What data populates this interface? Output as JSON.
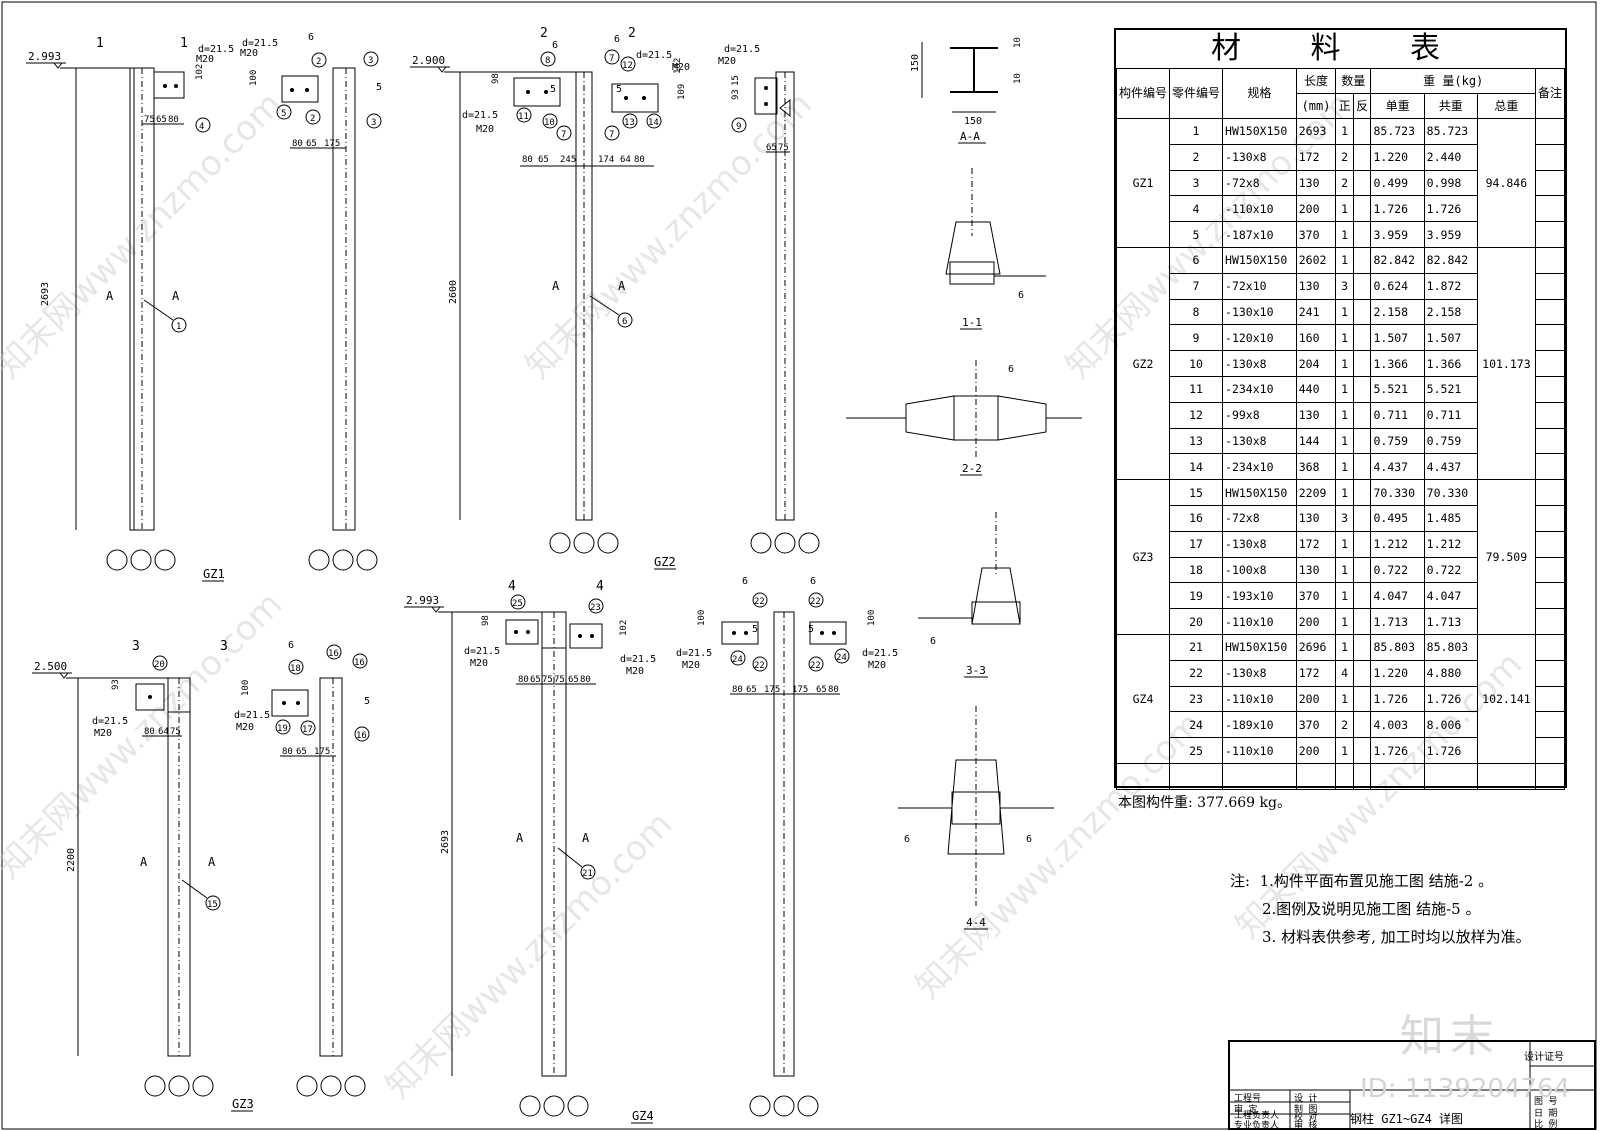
{
  "drawing": {
    "columns": [
      {
        "name": "GZ1",
        "height_dim": "2693",
        "elevation": "2.993"
      },
      {
        "name": "GZ2",
        "height_dim": "2600",
        "elevation": "2.900"
      },
      {
        "name": "GZ3",
        "height_dim": "2200",
        "elevation": "2.500"
      },
      {
        "name": "GZ4",
        "height_dim": "2693",
        "elevation": "2.993"
      }
    ],
    "bolt_note": "d=21.5",
    "bolt_size": "M20",
    "sections": [
      "A-A",
      "1-1",
      "2-2",
      "3-3",
      "4-4"
    ],
    "section_marks": [
      "1",
      "2",
      "3",
      "4"
    ],
    "view_mark": "A",
    "weld_size": "6",
    "weld_size_2": "5",
    "aa_dims": {
      "width": "150",
      "height": "150",
      "web": "10"
    },
    "dims": {
      "gz1_right": [
        "75",
        "65",
        "80"
      ],
      "gz1_side": [
        "80",
        "65",
        "175"
      ],
      "gz1_v": "102",
      "gz1_v2": "100",
      "gz2_bottom": [
        "80",
        "65",
        "245",
        "174",
        "64",
        "80"
      ],
      "gz2_v": [
        "98",
        "109",
        "102"
      ],
      "gz2_side": [
        "65",
        "75"
      ],
      "gz2_v2": [
        "15",
        "93"
      ],
      "gz3_right": [
        "80",
        "64",
        "75"
      ],
      "gz3_v": "93",
      "gz3_side": [
        "80",
        "65",
        "175"
      ],
      "gz3_v2": "100",
      "gz4_left": [
        "80",
        "65",
        "75",
        "75",
        "65",
        "80"
      ],
      "gz4_v": [
        "98",
        "102"
      ],
      "gz4_side": [
        "80",
        "65",
        "175",
        "175",
        "65",
        "80"
      ],
      "gz4_v2": [
        "100",
        "100"
      ]
    },
    "part_marks": {
      "gz1": [
        "1",
        "2",
        "2",
        "3",
        "3",
        "4",
        "5"
      ],
      "gz2": [
        "6",
        "7",
        "7",
        "7",
        "8",
        "9",
        "10",
        "11",
        "12",
        "13",
        "14"
      ],
      "gz3": [
        "15",
        "16",
        "16",
        "16",
        "17",
        "18",
        "19",
        "20"
      ],
      "gz4": [
        "21",
        "22",
        "22",
        "22",
        "22",
        "23",
        "24",
        "24",
        "25"
      ]
    }
  },
  "material_table": {
    "title": "材 料 表",
    "headers": {
      "member_no": "构件编号",
      "part_no": "零件编号",
      "spec": "规格",
      "length": "长度",
      "length_unit": "(mm)",
      "quantity": "数量",
      "qty_pos": "正",
      "qty_neg": "反",
      "weight": "重 量(kg)",
      "unit_weight": "单重",
      "total": "共重",
      "grand_total": "总重",
      "remark": "备注"
    },
    "groups": [
      {
        "member": "GZ1",
        "total": "94.846",
        "rows": [
          {
            "no": "1",
            "spec": "HW150X150",
            "len": "2693",
            "qty": "1",
            "unit": "85.723",
            "sum": "85.723"
          },
          {
            "no": "2",
            "spec": "-130x8",
            "len": "172",
            "qty": "2",
            "unit": "1.220",
            "sum": "2.440"
          },
          {
            "no": "3",
            "spec": "-72x8",
            "len": "130",
            "qty": "2",
            "unit": "0.499",
            "sum": "0.998"
          },
          {
            "no": "4",
            "spec": "-110x10",
            "len": "200",
            "qty": "1",
            "unit": "1.726",
            "sum": "1.726"
          },
          {
            "no": "5",
            "spec": "-187x10",
            "len": "370",
            "qty": "1",
            "unit": "3.959",
            "sum": "3.959"
          }
        ]
      },
      {
        "member": "GZ2",
        "total": "101.173",
        "rows": [
          {
            "no": "6",
            "spec": "HW150X150",
            "len": "2602",
            "qty": "1",
            "unit": "82.842",
            "sum": "82.842"
          },
          {
            "no": "7",
            "spec": "-72x10",
            "len": "130",
            "qty": "3",
            "unit": "0.624",
            "sum": "1.872"
          },
          {
            "no": "8",
            "spec": "-130x10",
            "len": "241",
            "qty": "1",
            "unit": "2.158",
            "sum": "2.158"
          },
          {
            "no": "9",
            "spec": "-120x10",
            "len": "160",
            "qty": "1",
            "unit": "1.507",
            "sum": "1.507"
          },
          {
            "no": "10",
            "spec": "-130x8",
            "len": "204",
            "qty": "1",
            "unit": "1.366",
            "sum": "1.366"
          },
          {
            "no": "11",
            "spec": "-234x10",
            "len": "440",
            "qty": "1",
            "unit": "5.521",
            "sum": "5.521"
          },
          {
            "no": "12",
            "spec": "-99x8",
            "len": "130",
            "qty": "1",
            "unit": "0.711",
            "sum": "0.711"
          },
          {
            "no": "13",
            "spec": "-130x8",
            "len": "144",
            "qty": "1",
            "unit": "0.759",
            "sum": "0.759"
          },
          {
            "no": "14",
            "spec": "-234x10",
            "len": "368",
            "qty": "1",
            "unit": "4.437",
            "sum": "4.437"
          }
        ]
      },
      {
        "member": "GZ3",
        "total": "79.509",
        "rows": [
          {
            "no": "15",
            "spec": "HW150X150",
            "len": "2209",
            "qty": "1",
            "unit": "70.330",
            "sum": "70.330"
          },
          {
            "no": "16",
            "spec": "-72x8",
            "len": "130",
            "qty": "3",
            "unit": "0.495",
            "sum": "1.485"
          },
          {
            "no": "17",
            "spec": "-130x8",
            "len": "172",
            "qty": "1",
            "unit": "1.212",
            "sum": "1.212"
          },
          {
            "no": "18",
            "spec": "-100x8",
            "len": "130",
            "qty": "1",
            "unit": "0.722",
            "sum": "0.722"
          },
          {
            "no": "19",
            "spec": "-193x10",
            "len": "370",
            "qty": "1",
            "unit": "4.047",
            "sum": "4.047"
          },
          {
            "no": "20",
            "spec": "-110x10",
            "len": "200",
            "qty": "1",
            "unit": "1.713",
            "sum": "1.713"
          }
        ]
      },
      {
        "member": "GZ4",
        "total": "102.141",
        "rows": [
          {
            "no": "21",
            "spec": "HW150X150",
            "len": "2696",
            "qty": "1",
            "unit": "85.803",
            "sum": "85.803"
          },
          {
            "no": "22",
            "spec": "-130x8",
            "len": "172",
            "qty": "4",
            "unit": "1.220",
            "sum": "4.880"
          },
          {
            "no": "23",
            "spec": "-110x10",
            "len": "200",
            "qty": "1",
            "unit": "1.726",
            "sum": "1.726"
          },
          {
            "no": "24",
            "spec": "-189x10",
            "len": "370",
            "qty": "2",
            "unit": "4.003",
            "sum": "8.006"
          },
          {
            "no": "25",
            "spec": "-110x10",
            "len": "200",
            "qty": "1",
            "unit": "1.726",
            "sum": "1.726"
          }
        ]
      }
    ]
  },
  "total_weight": "本图构件重: 377.669 kg。",
  "notes": {
    "label": "注:",
    "items": [
      "1.构件平面布置见施工图 结施-2 。",
      "2.图例及说明见施工图 结施-5 。",
      "3. 材料表供参考, 加工时均以放样为准。"
    ]
  },
  "title_block": {
    "drawing_name": "钢柱 GZ1~GZ4 详图",
    "cert_label": "设计证号",
    "labels": [
      "工程号",
      "审 定",
      "工程负责人",
      "专业负责人"
    ],
    "labels2": [
      "设 计",
      "制 图",
      "校 对",
      "审 核"
    ],
    "labels3": [
      "图 号",
      "日 期",
      "比 例"
    ]
  },
  "watermark": {
    "text": "知末网www.znzmo.com",
    "brand": "知末",
    "id": "ID: 1139204764"
  }
}
